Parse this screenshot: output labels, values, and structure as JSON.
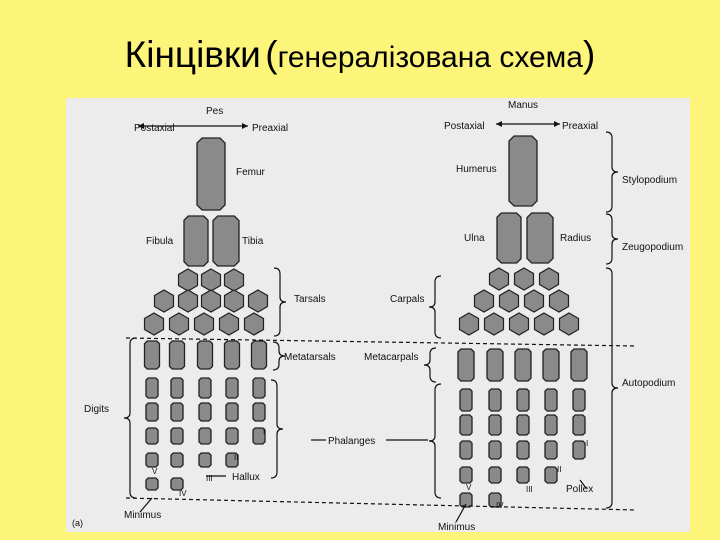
{
  "slide": {
    "title_main": "Кінцівки",
    "title_sub": "генералізована схема"
  },
  "figure": {
    "panel_label": "(a)",
    "pes": {
      "title": "Pes",
      "postaxial": "Postaxial",
      "preaxial": "Preaxial",
      "femur": "Femur",
      "fibula": "Fibula",
      "tibia": "Tibia",
      "tarsals": "Tarsals",
      "metatarsals": "Metatarsals",
      "digits": "Digits",
      "hallux": "Hallux",
      "minimus": "Minimus",
      "numerals": [
        "I",
        "II",
        "III",
        "IV",
        "V"
      ]
    },
    "manus": {
      "title": "Manus",
      "postaxial": "Postaxial",
      "preaxial": "Preaxial",
      "humerus": "Humerus",
      "ulna": "Ulna",
      "radius": "Radius",
      "carpals": "Carpals",
      "metacarpals": "Metacarpals",
      "pollex": "Pollex",
      "minimus": "Minimus",
      "numerals": [
        "I",
        "II",
        "III",
        "IV",
        "V"
      ]
    },
    "phalanges": "Phalanges",
    "regions": {
      "stylopodium": "Stylopodium",
      "zeugopodium": "Zeugopodium",
      "autopodium": "Autopodium"
    },
    "colors": {
      "background": "#fdf57a",
      "bone_fill": "#8a8a8a",
      "bone_stroke": "#222222",
      "figure_bg": "#ececec"
    }
  }
}
